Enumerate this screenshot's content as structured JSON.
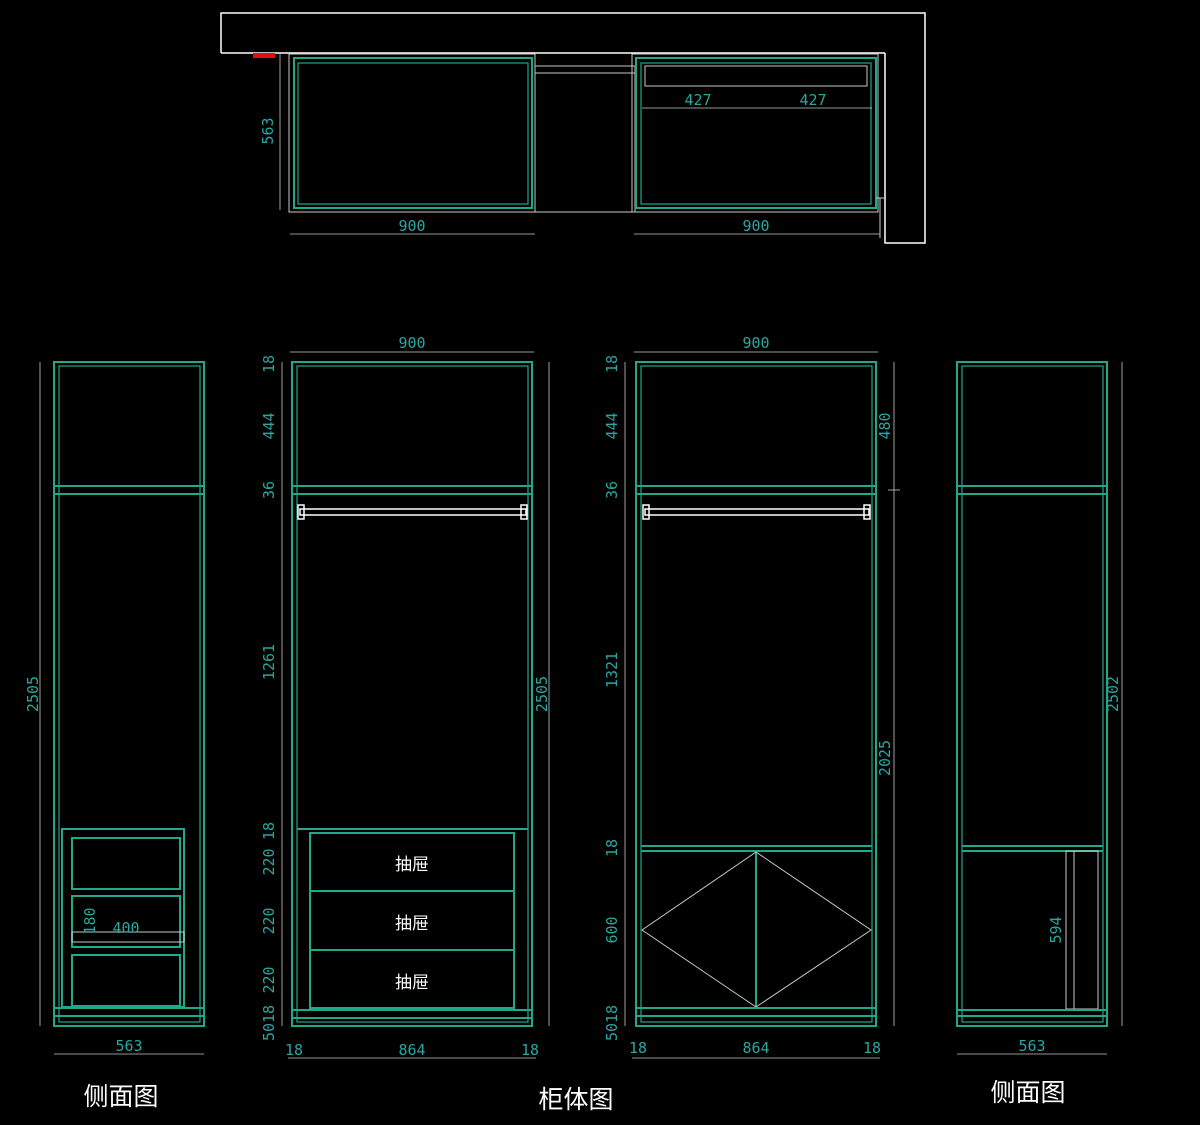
{
  "plan_view": {
    "depth": "563",
    "left_width": "900",
    "right_width": "900",
    "shelf_left": "427",
    "shelf_right": "427"
  },
  "left_side_view": {
    "title": "侧面图",
    "height": "2505",
    "depth": "563",
    "drawer_height": "180",
    "drawer_depth": "400"
  },
  "cabinet_left": {
    "width_top": "900",
    "left_dims": [
      "18",
      "444",
      "36",
      "1261",
      "18",
      "220",
      "220",
      "220",
      "18",
      "50"
    ],
    "right_height": "2505",
    "drawers": [
      "抽屉",
      "抽屉",
      "抽屉"
    ],
    "bottom_dims": [
      "18",
      "864",
      "18"
    ]
  },
  "cabinet_right": {
    "width_top": "900",
    "left_dims": [
      "18",
      "444",
      "36",
      "1321",
      "18",
      "600",
      "18",
      "50"
    ],
    "right_dims": [
      "480",
      "2025"
    ],
    "bottom_dims": [
      "18",
      "864",
      "18"
    ]
  },
  "right_side_view": {
    "title": "侧面图",
    "height": "2502",
    "depth": "563",
    "inner_height": "594"
  },
  "center_title": "柜体图"
}
